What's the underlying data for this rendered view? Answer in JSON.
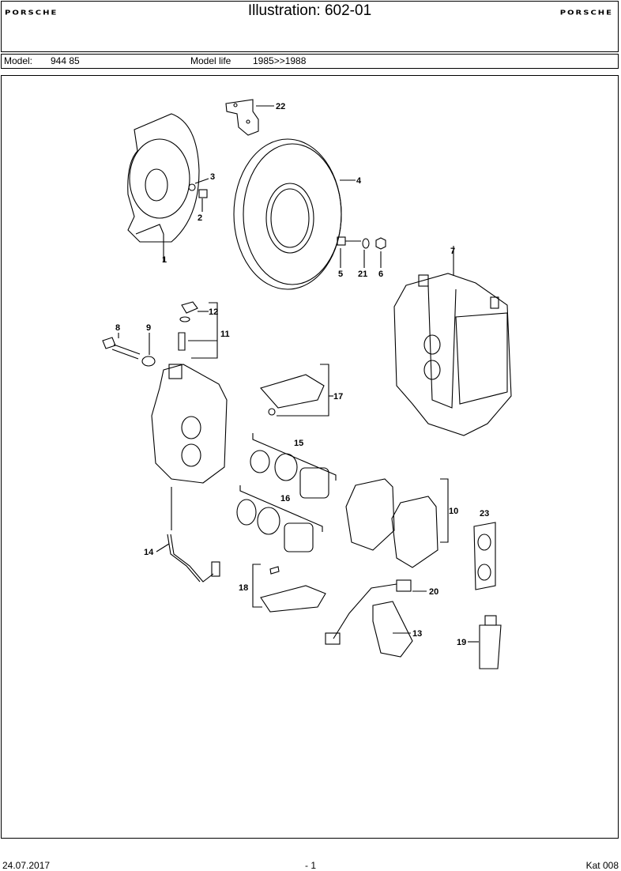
{
  "header": {
    "brand_left": "PORSCHE",
    "brand_right": "PORSCHE",
    "title": "Illustration: 602-01"
  },
  "model_bar": {
    "model_label": "Model:",
    "model_value": "944 85",
    "life_label": "Model life",
    "life_value": "1985>>1988"
  },
  "callouts": [
    "1",
    "2",
    "3",
    "4",
    "5",
    "6",
    "7",
    "8",
    "9",
    "10",
    "11",
    "12",
    "13",
    "14",
    "15",
    "16",
    "17",
    "18",
    "19",
    "20",
    "21",
    "22",
    "23"
  ],
  "footer": {
    "date": "24.07.2017",
    "page": "- 1",
    "catalog": "Kat 008"
  }
}
